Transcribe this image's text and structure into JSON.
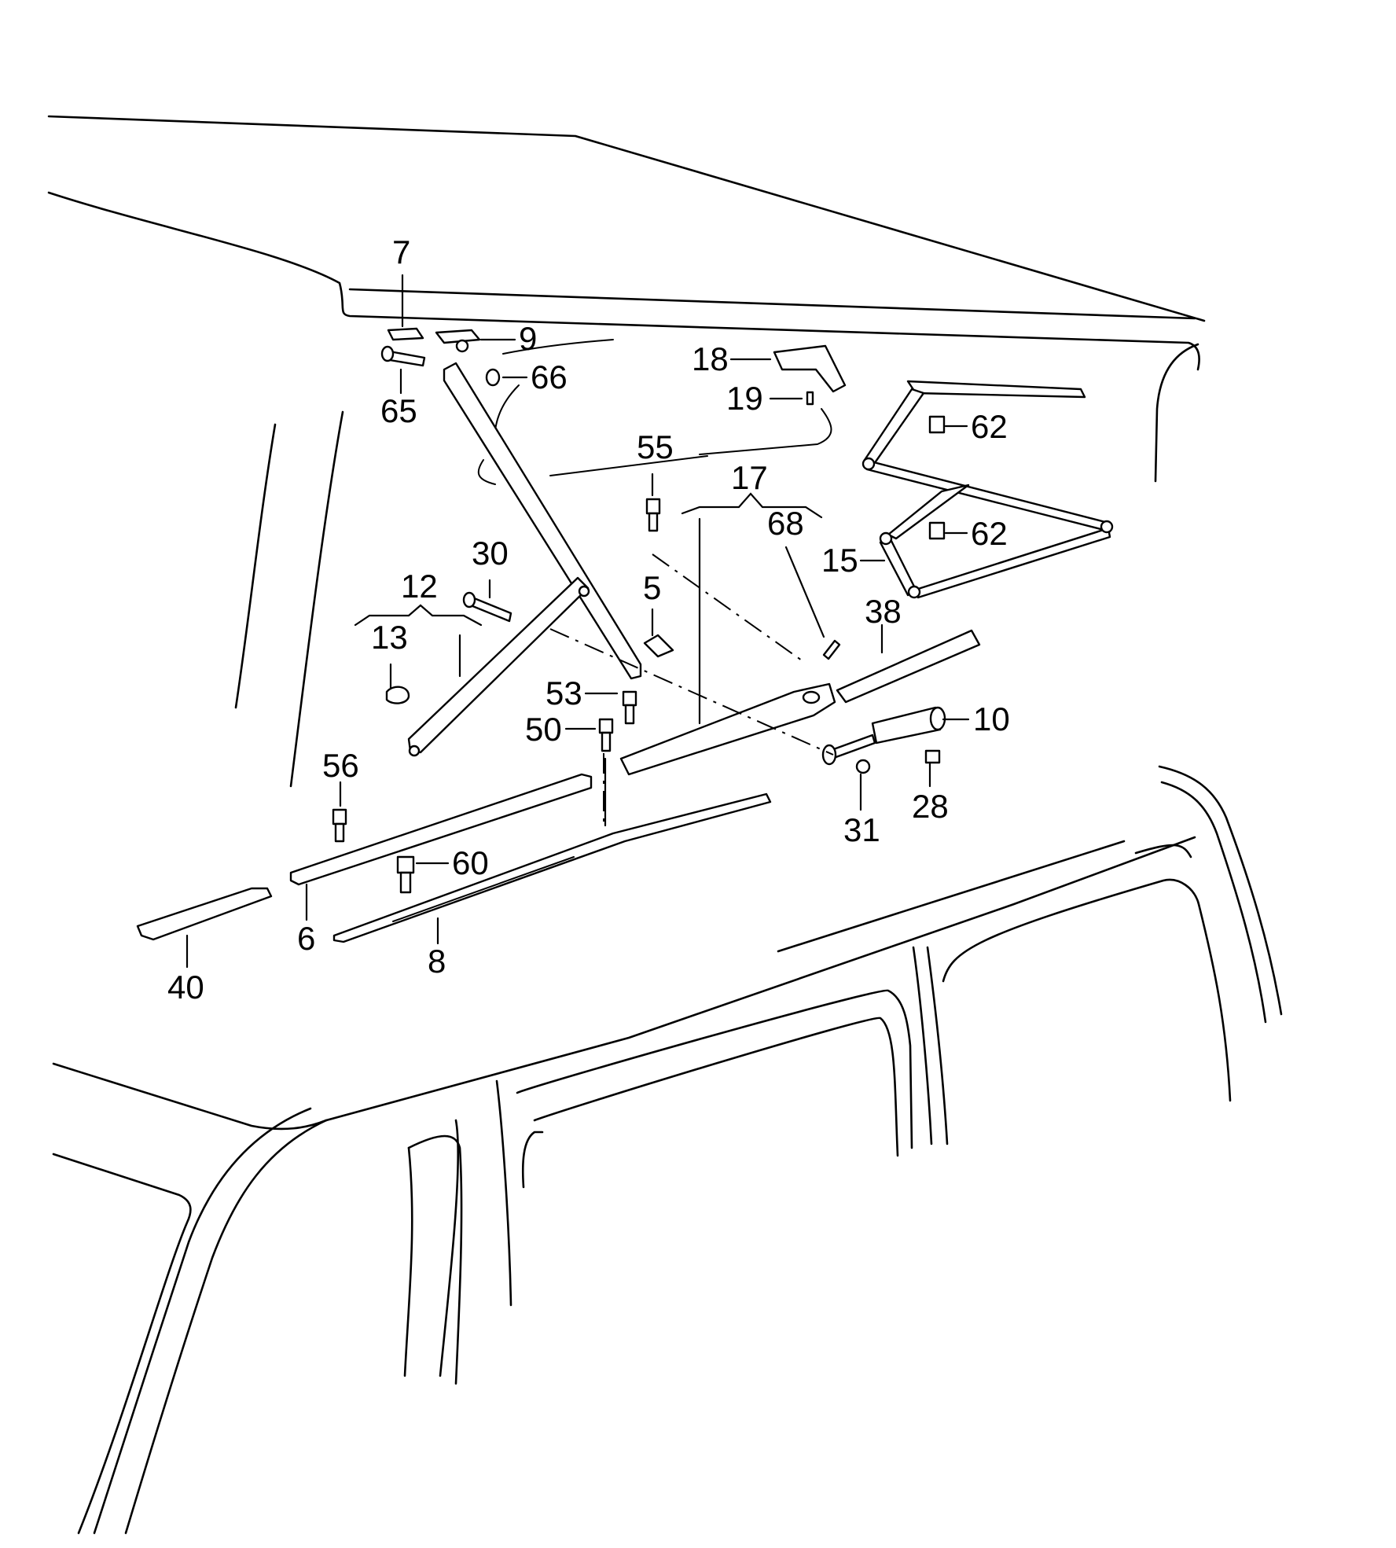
{
  "diagram": {
    "callouts": [
      "7",
      "9",
      "65",
      "66",
      "18",
      "19",
      "55",
      "17",
      "68",
      "62",
      "62",
      "15",
      "30",
      "12",
      "13",
      "5",
      "38",
      "53",
      "10",
      "50",
      "56",
      "28",
      "31",
      "60",
      "6",
      "8",
      "40"
    ]
  }
}
